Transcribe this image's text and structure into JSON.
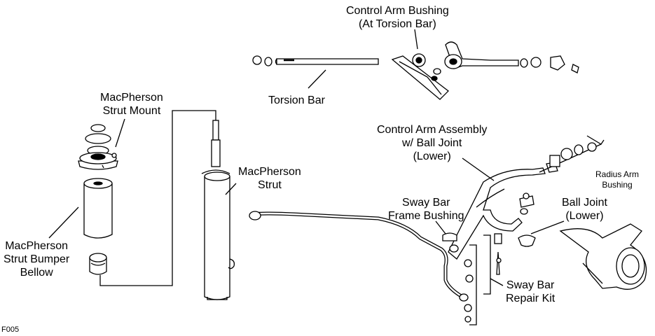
{
  "figure_id": "F005",
  "labels": {
    "strut_mount": [
      "MacPherson",
      "Strut Mount"
    ],
    "strut_bumper_bellow": [
      "MacPherson",
      "Strut Bumper",
      "Bellow"
    ],
    "strut": [
      "MacPherson",
      "Strut"
    ],
    "torsion_bar": [
      "Torsion Bar"
    ],
    "control_arm_bushing": [
      "Control Arm Bushing",
      "(At Torsion Bar)"
    ],
    "control_arm_assembly": [
      "Control Arm Assembly",
      "w/ Ball Joint",
      "(Lower)"
    ],
    "radius_arm_bushing": [
      "Radius Arm",
      "Bushing"
    ],
    "sway_bar_frame_bushing": [
      "Sway Bar",
      "Frame Bushing"
    ],
    "ball_joint": [
      "Ball Joint",
      "(Lower)"
    ],
    "sway_bar_repair_kit": [
      "Sway Bar",
      "Repair Kit"
    ]
  }
}
